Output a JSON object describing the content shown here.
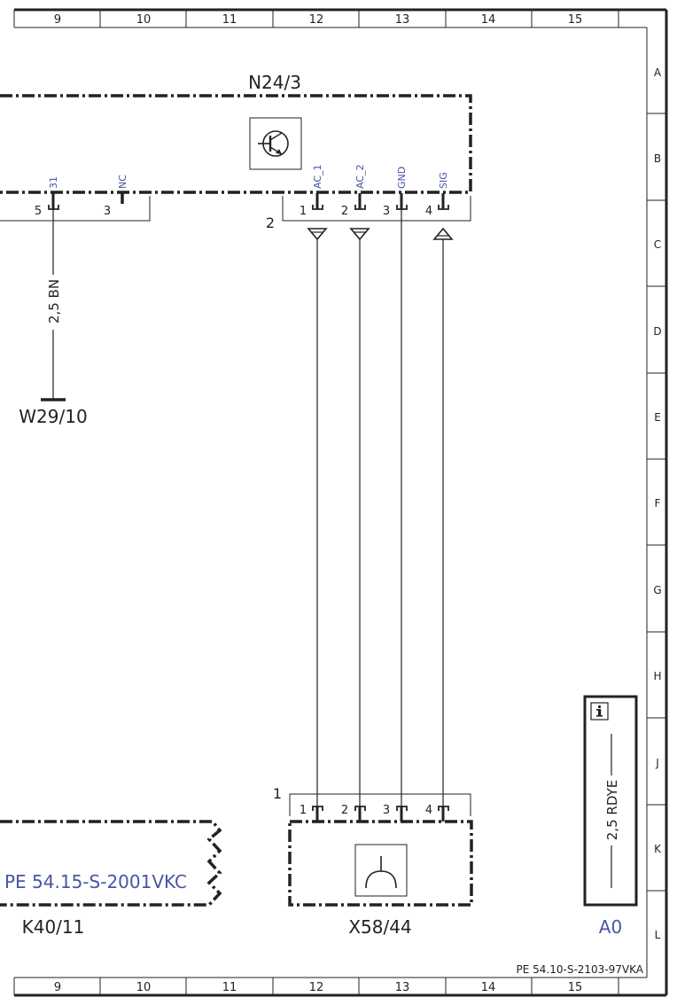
{
  "grid": {
    "columns": [
      "9",
      "10",
      "11",
      "12",
      "13",
      "14",
      "15"
    ],
    "rows": [
      "A",
      "B",
      "C",
      "D",
      "E",
      "F",
      "G",
      "H",
      "J",
      "K",
      "L"
    ]
  },
  "components": {
    "n24_3": {
      "label": "N24/3",
      "connector_label": "2",
      "left_pins": [
        {
          "num": "5",
          "signal": "31"
        },
        {
          "num": "3",
          "signal": "NC"
        }
      ],
      "pins": [
        {
          "num": "1",
          "signal": "AC_1"
        },
        {
          "num": "2",
          "signal": "AC_2"
        },
        {
          "num": "3",
          "signal": "GND"
        },
        {
          "num": "4",
          "signal": "SIG"
        }
      ]
    },
    "x58_44": {
      "label": "X58/44",
      "connector_label": "1",
      "pins": [
        "1",
        "2",
        "3",
        "4"
      ]
    },
    "w29_10": {
      "label": "W29/10",
      "wire_label": "2,5 BN"
    },
    "k40_11": {
      "label": "K40/11",
      "reference": "PE 54.15-S-2001VKC"
    },
    "a0": {
      "label": "A0",
      "wire_label": "2,5 RDYE",
      "info_icon": "info-icon"
    }
  },
  "document_id": "PE 54.10-S-2103-97VKA",
  "colors": {
    "line": "#222222",
    "reference_blue": "#4a54a3"
  }
}
